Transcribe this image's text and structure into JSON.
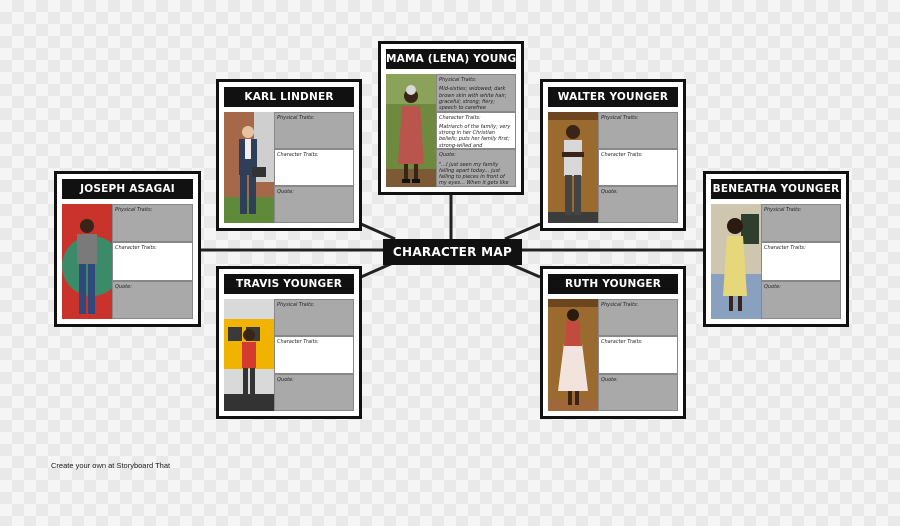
{
  "center_title": "CHARACTER MAP",
  "footer": "Create your own at Storyboard That",
  "cards": [
    {
      "id": "mama",
      "title": "MAMA (LENA) YOUNGER",
      "fields": [
        {
          "label": "Physical Traits:",
          "text": "Mid-sixties; widowed; dark brown skin with white hair; graceful; strong; fiery; speech to carefree"
        },
        {
          "label": "Character Traits:",
          "text": "Matriarch of the family; very strong in her Christian beliefs; puts her family first; strong-willed and determined; loves gardening"
        },
        {
          "label": "Quote:",
          "text": "\"...I just seen my family falling apart today... just falling to pieces in front of my eyes... When it gets like that in life - you just got to do something different, push on out and do something bigger...\""
        }
      ]
    },
    {
      "id": "karl",
      "title": "KARL LINDNER",
      "fields": [
        {
          "label": "Physical Traits:",
          "text": ""
        },
        {
          "label": "Character Traits:",
          "text": ""
        },
        {
          "label": "Quote:",
          "text": ""
        }
      ]
    },
    {
      "id": "walter",
      "title": "WALTER YOUNGER",
      "fields": [
        {
          "label": "Physical Traits:",
          "text": ""
        },
        {
          "label": "Character Traits:",
          "text": ""
        },
        {
          "label": "Quote:",
          "text": ""
        }
      ]
    },
    {
      "id": "joseph",
      "title": "JOSEPH ASAGAI",
      "fields": [
        {
          "label": "Physical Traits:",
          "text": ""
        },
        {
          "label": "Character Traits:",
          "text": ""
        },
        {
          "label": "Quote:",
          "text": ""
        }
      ]
    },
    {
      "id": "beneatha",
      "title": "BENEATHA YOUNGER",
      "fields": [
        {
          "label": "Physical Traits:",
          "text": ""
        },
        {
          "label": "Character Traits:",
          "text": ""
        },
        {
          "label": "Quote:",
          "text": ""
        }
      ]
    },
    {
      "id": "travis",
      "title": "TRAVIS YOUNGER",
      "fields": [
        {
          "label": "Physical Traits:",
          "text": ""
        },
        {
          "label": "Character Traits:",
          "text": ""
        },
        {
          "label": "Quote:",
          "text": ""
        }
      ]
    },
    {
      "id": "ruth",
      "title": "RUTH YOUNGER",
      "fields": [
        {
          "label": "Physical Traits:",
          "text": ""
        },
        {
          "label": "Character Traits:",
          "text": ""
        },
        {
          "label": "Quote:",
          "text": ""
        }
      ]
    }
  ]
}
